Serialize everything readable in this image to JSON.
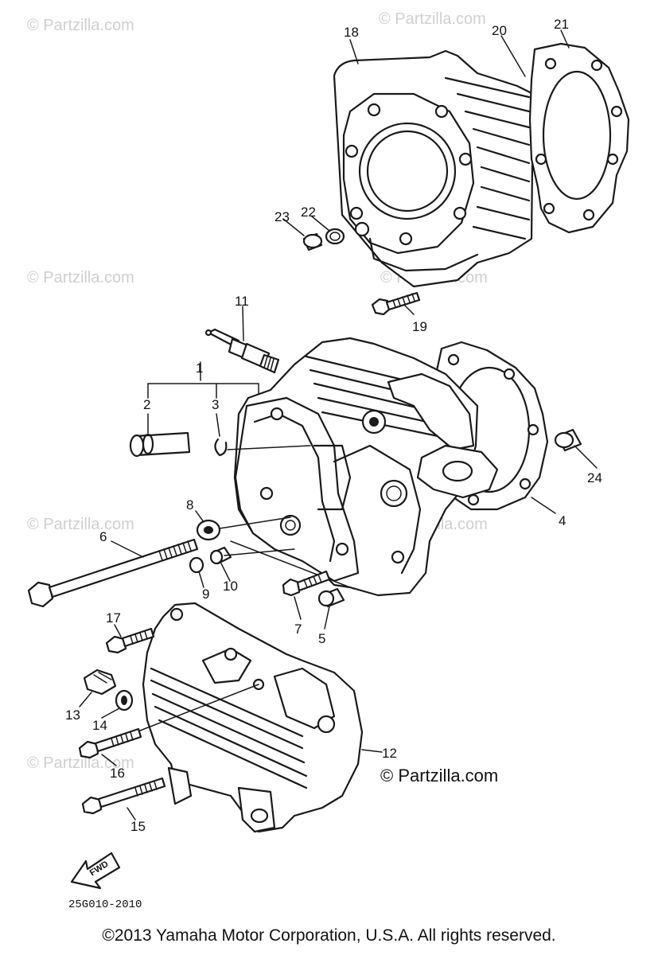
{
  "watermarks": {
    "w1": "© Partzilla.com",
    "w2": "© Partzilla.com",
    "w3": "© Partzilla.com",
    "w4": "© Partzilla.com",
    "w5": "© Partzilla.com",
    "w6": "© Partzilla.com",
    "w7": "© Partzilla.com",
    "main": "© Partzilla.com"
  },
  "callouts": {
    "c1": "1",
    "c2": "2",
    "c3": "3",
    "c4": "4",
    "c5": "5",
    "c6": "6",
    "c7": "7",
    "c8": "8",
    "c9": "9",
    "c10": "10",
    "c11": "11",
    "c12": "12",
    "c13": "13",
    "c14": "14",
    "c15": "15",
    "c16": "16",
    "c17": "17",
    "c18": "18",
    "c19": "19",
    "c20": "20",
    "c21": "21",
    "c22": "22",
    "c23": "23",
    "c24": "24"
  },
  "direction_label": "FWD",
  "diagram_code": "25G010-2010",
  "copyright": "©2013 Yamaha Motor Corporation, U.S.A. All rights reserved.",
  "icons": [
    "forward-arrow-icon"
  ]
}
